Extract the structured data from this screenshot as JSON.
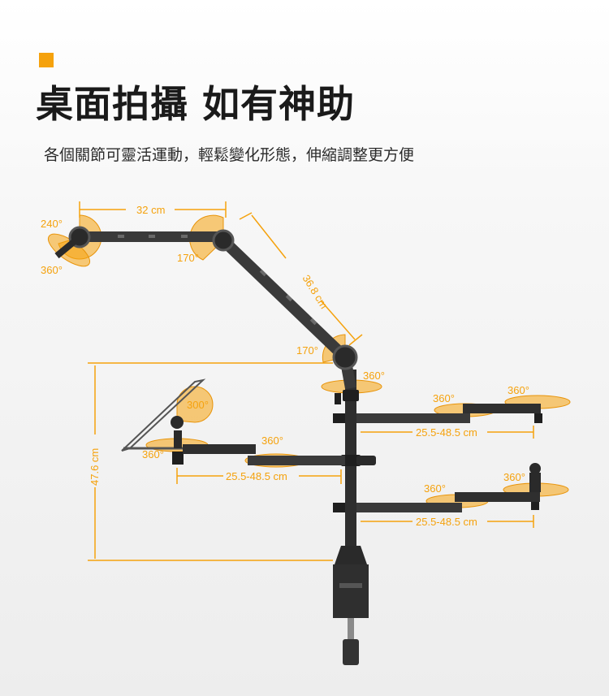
{
  "header": {
    "title": "桌面拍攝 如有神助",
    "subtitle": "各個關節可靈活運動，輕鬆變化形態，伸縮調整更方便"
  },
  "colors": {
    "accent": "#f5a20d",
    "arm": "#2b2b2b",
    "text": "#1a1a1a"
  },
  "dimensions": {
    "top_arm_length": "32 cm",
    "diagonal_arm_length": "36.8 cm",
    "pole_height": "47.6 cm",
    "extension_left": "25.5-48.5 cm",
    "extension_right_top": "25.5-48.5 cm",
    "extension_right_bottom": "25.5-48.5 cm"
  },
  "angles": {
    "top_left_tilt": "240°",
    "top_left_rotate": "360°",
    "top_elbow": "170°",
    "lower_elbow": "170°",
    "pole_top_rotate": "360°",
    "tablet_tilt": "300°",
    "tablet_rotate": "360°",
    "left_arm_rotate": "360°",
    "right_top_arm_rotate": "360°",
    "right_top_end_rotate": "360°",
    "right_bottom_arm_rotate": "360°",
    "right_bottom_end_rotate": "360°"
  }
}
